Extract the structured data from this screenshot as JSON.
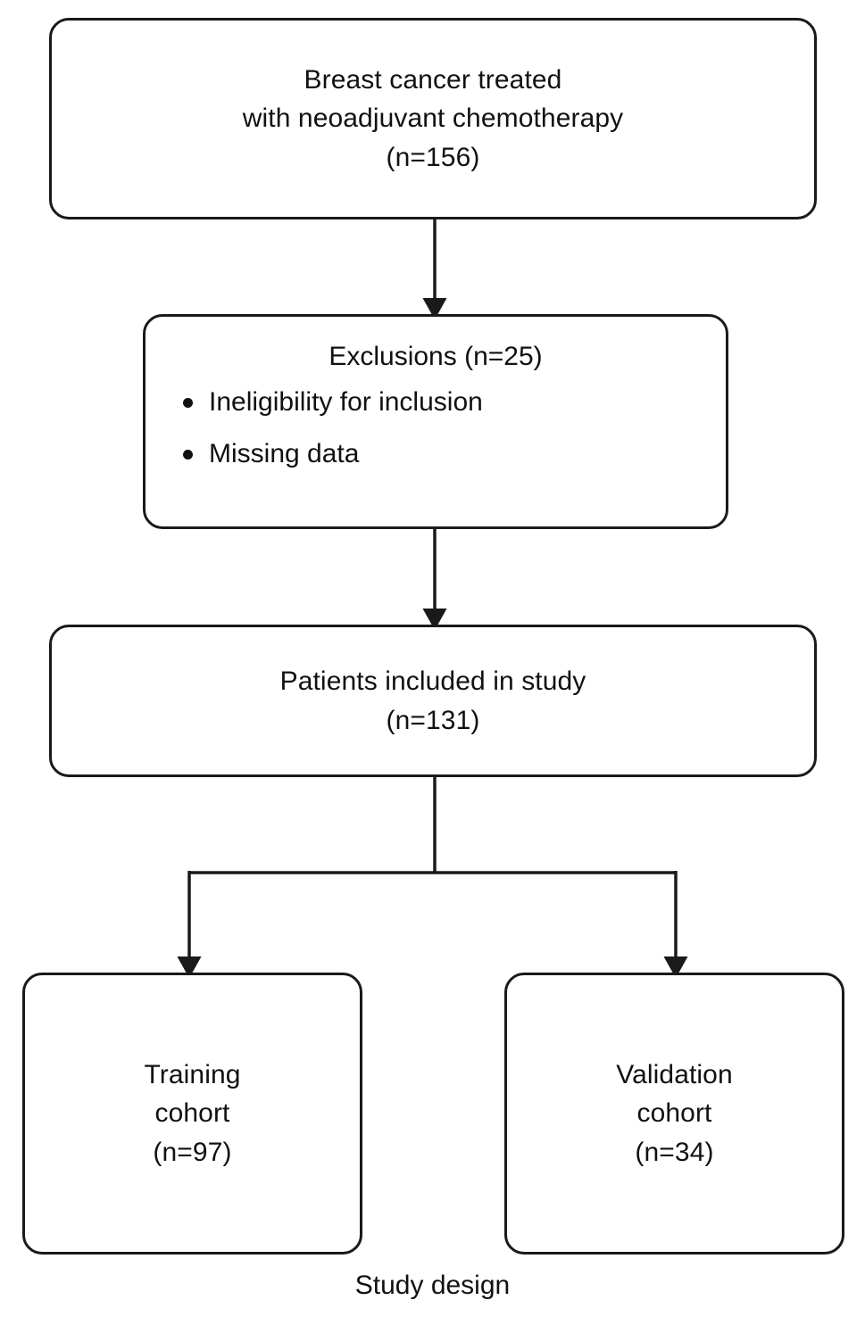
{
  "figure": {
    "caption": "Study design",
    "stroke_color": "#1a1a1a",
    "text_color": "#111111",
    "background_color": "#ffffff"
  },
  "nodes": {
    "source": {
      "lines": [
        "Breast cancer treated",
        "with neoadjuvant chemotherapy",
        "(n=156)"
      ]
    },
    "exclusions": {
      "heading": "Exclusions (n=25)",
      "items": [
        "Ineligibility for inclusion",
        "Missing data"
      ]
    },
    "included": {
      "lines": [
        "Patients included in study",
        "(n=131)"
      ]
    },
    "training": {
      "lines": [
        "Training",
        "cohort",
        "(n=97)"
      ]
    },
    "validation": {
      "lines": [
        "Validation",
        "cohort",
        "(n=34)"
      ]
    }
  },
  "counts": {
    "screened": 156,
    "excluded": 25,
    "included": 131,
    "training": 97,
    "validation": 34
  }
}
